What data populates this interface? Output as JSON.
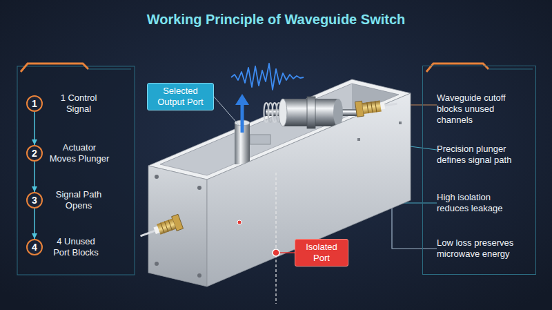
{
  "diagram": {
    "title": "Working Principle of Waveguide Switch",
    "nodes": [
      {
        "text": [
          "1",
          "1 Control Signal"
        ]
      },
      {
        "text": [
          "2",
          "Actuator Moves Plunger"
        ]
      },
      {
        "text": [
          "3",
          "Signal Path Opens"
        ]
      },
      {
        "text": [
          "4",
          "4 Unused Port Blocks"
        ]
      },
      {
        "text": [
          "Selected Output Port"
        ]
      },
      {
        "text": [
          "Isolated Port"
        ]
      },
      {
        "text": [
          "Waveguide cutoff blocks unused channels",
          "Precision plunger defines signal path",
          "High isolation reduces leakage",
          "Low loss preserves microwave energy"
        ]
      }
    ],
    "edges": [
      {
        "from": 0,
        "to": 1,
        "arrow": "to"
      },
      {
        "from": 1,
        "to": 2,
        "arrow": "to"
      },
      {
        "from": 2,
        "to": 3,
        "arrow": "to"
      }
    ]
  }
}
